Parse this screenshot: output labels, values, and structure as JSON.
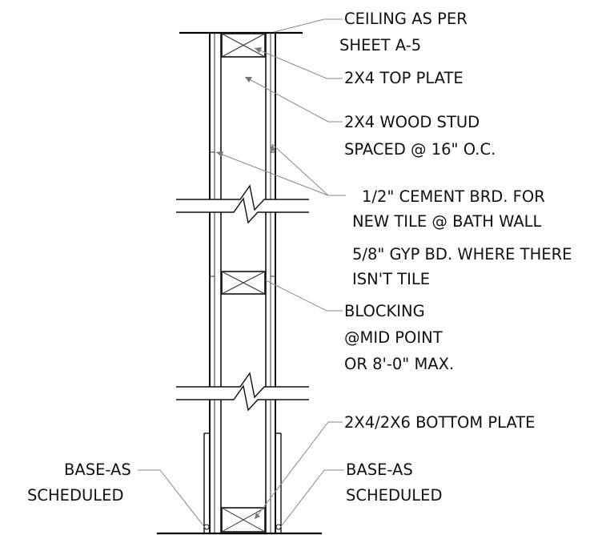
{
  "labels": {
    "ceiling_1": "CEILING AS PER",
    "ceiling_2": "SHEET A-5",
    "top_plate": "2X4 TOP PLATE",
    "stud_1": "2X4 WOOD STUD",
    "stud_2": "SPACED @ 16\" O.C.",
    "cement_1": "1/2\" CEMENT BRD. FOR",
    "cement_2": "NEW TILE @ BATH WALL",
    "gyp_1": "5/8\" GYP BD. WHERE THERE",
    "gyp_2": "ISN'T TILE",
    "blocking_1": "BLOCKING",
    "blocking_2": "@MID POINT",
    "blocking_3": "OR 8'-0\" MAX.",
    "bottom_plate": "2X4/2X6 BOTTOM PLATE",
    "base_left_1": "BASE-AS",
    "base_left_2": "SCHEDULED",
    "base_right_1": "BASE-AS",
    "base_right_2": "SCHEDULED"
  }
}
